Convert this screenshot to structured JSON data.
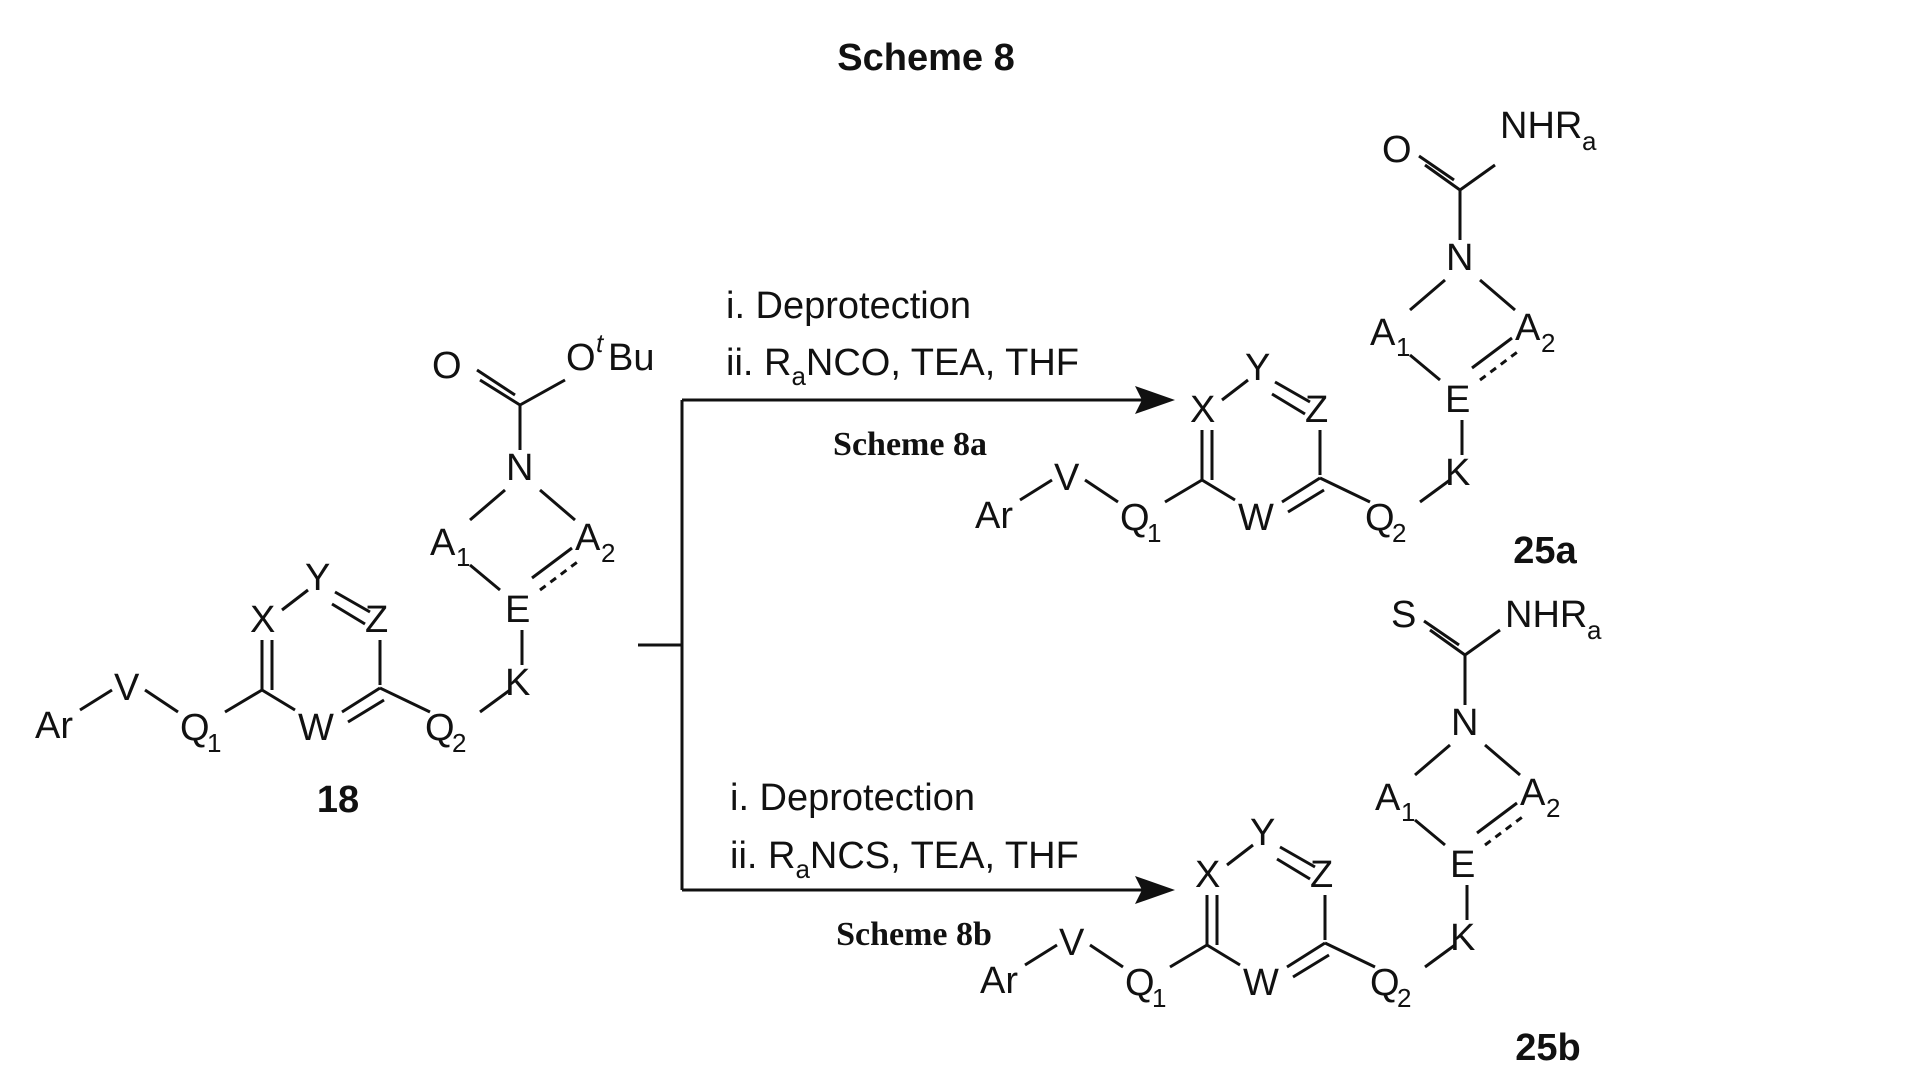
{
  "title": "Scheme 8",
  "reactant": {
    "id": "18",
    "atoms": {
      "Ar": "Ar",
      "V": "V",
      "Q": "Q",
      "Q1_sub": "1",
      "Q2_sub": "2",
      "X": "X",
      "Y": "Y",
      "Z": "Z",
      "W": "W",
      "E": "E",
      "K": "K",
      "N": "N",
      "A": "A",
      "A1_sub": "1",
      "A2_sub": "2",
      "O": "O",
      "tBu_sup": "t",
      "tBu_rest": "Bu"
    }
  },
  "route_a": {
    "step1": "i.  Deprotection",
    "step2_pre": "ii. R",
    "step2_sub": "a",
    "step2_post": "NCO, TEA, THF",
    "label": "Scheme 8a"
  },
  "route_b": {
    "step1": "i.  Deprotection",
    "step2_pre": "ii. R",
    "step2_sub": "a",
    "step2_post": "NCS, TEA, THF",
    "label": "Scheme 8b"
  },
  "product_a": {
    "id": "25a",
    "carbonyl_atom": "O",
    "amine": "NHR",
    "amine_sub": "a"
  },
  "product_b": {
    "id": "25b",
    "carbonyl_atom": "S",
    "amine": "NHR",
    "amine_sub": "a"
  }
}
